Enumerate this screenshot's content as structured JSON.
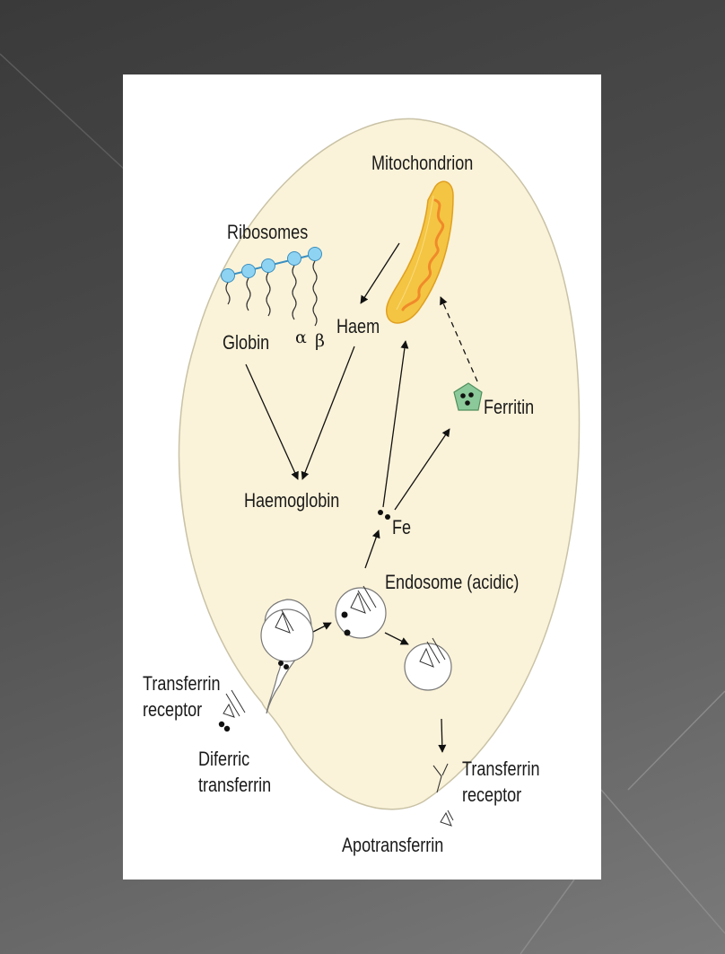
{
  "labels": {
    "mitochondrion": "Mitochondrion",
    "ribosomes": "Ribosomes",
    "globin": "Globin",
    "alpha": "α",
    "beta": "β",
    "haem": "Haem",
    "ferritin": "Ferritin",
    "haemoglobin": "Haemoglobin",
    "fe": "Fe",
    "endosome": "Endosome (acidic)",
    "transferrin_receptor_left_1": "Transferrin",
    "transferrin_receptor_left_2": "receptor",
    "diferric_1": "Diferric",
    "diferric_2": "transferrin",
    "transferrin_receptor_right_1": "Transferrin",
    "transferrin_receptor_right_2": "receptor",
    "apotransferrin": "Apotransferrin"
  },
  "colors": {
    "cell_fill": "#fbf3d9",
    "cell_stroke": "#c9c2a6",
    "mito_outer": "#f4c542",
    "mito_inner": "#f29a3a",
    "ribosome": "#8fd3f2",
    "ferritin": "#8cc99a",
    "vesicle": "#ffffff"
  }
}
